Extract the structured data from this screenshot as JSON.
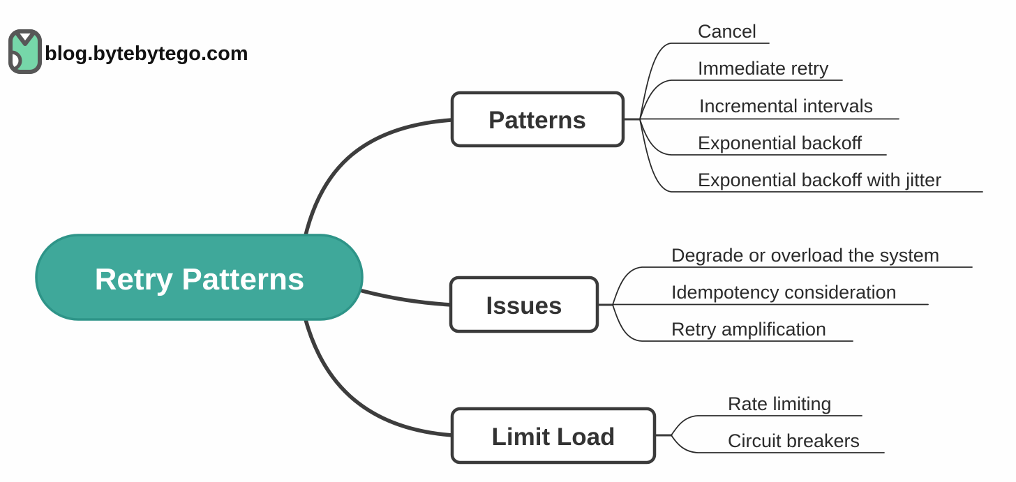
{
  "site": {
    "label": "blog.bytebytego.com"
  },
  "colors": {
    "root_fill": "#3FA89A",
    "root_border": "#2E9488",
    "node_border": "#3B3B3B",
    "connector": "#3D3D3D",
    "leaf_line": "#2B2B2B",
    "text_dark": "#2B2B2B",
    "logo_green": "#76D7A9",
    "logo_gray": "#575757"
  },
  "root": {
    "label": "Retry Patterns"
  },
  "branches": [
    {
      "label": "Patterns",
      "children": [
        "Cancel",
        "Immediate retry",
        "Incremental intervals",
        "Exponential backoff",
        "Exponential backoff with jitter"
      ]
    },
    {
      "label": "Issues",
      "children": [
        "Degrade or overload the system",
        "Idempotency consideration",
        "Retry amplification"
      ]
    },
    {
      "label": "Limit Load",
      "children": [
        "Rate limiting",
        "Circuit breakers"
      ]
    }
  ]
}
